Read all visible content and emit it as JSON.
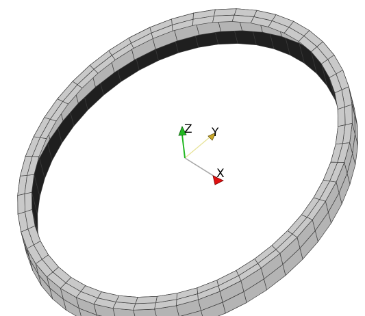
{
  "viewport": {
    "background": "#ffffff",
    "model": {
      "shape": "elliptical-ring",
      "segments": 48,
      "band_layers": 2,
      "fill_outer_side": "#b4b4b4",
      "fill_inner_side": "#1f1f1f",
      "fill_top_face": "#c9c9c9",
      "edge_color": "#3c3c3c"
    },
    "triad": {
      "axes": [
        {
          "id": "x",
          "label": "X",
          "color": "#e01010",
          "line_color": "#a8a8a8"
        },
        {
          "id": "y",
          "label": "Y",
          "color": "#c9a82a",
          "line_color": "#e8e49a"
        },
        {
          "id": "z",
          "label": "Z",
          "color": "#22b822",
          "line_color": "#22b822"
        }
      ]
    }
  }
}
